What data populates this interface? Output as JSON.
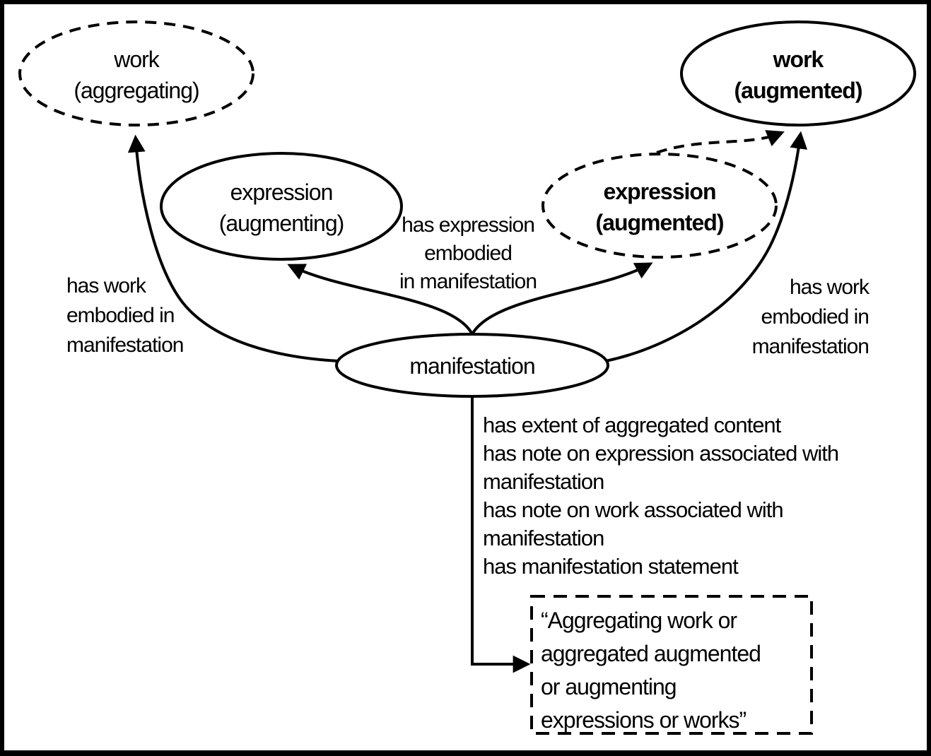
{
  "diagram": {
    "title_hint": "aggregates / augmentation relationships diagram",
    "colors": {
      "ink": "#000000",
      "background": "#ffffff"
    },
    "nodes": {
      "work_aggregating": {
        "label": "work\n(aggregating)",
        "outline": "dashed",
        "emphasis": "normal"
      },
      "work_augmented": {
        "label": "work\n(augmented)",
        "outline": "solid",
        "emphasis": "bold"
      },
      "expression_augmenting": {
        "label": "expression\n(augmenting)",
        "outline": "solid",
        "emphasis": "normal"
      },
      "expression_augmented": {
        "label": "expression\n(augmented)",
        "outline": "dashed",
        "emphasis": "bold"
      },
      "manifestation": {
        "label": "manifestation",
        "outline": "solid",
        "emphasis": "normal"
      }
    },
    "edge_labels": {
      "left": "has work\nembodied in\nmanifestation",
      "center": "has expression\nembodied\nin manifestation",
      "right": "has work\nembodied in\nmanifestation"
    },
    "manifestation_attributes": [
      "has extent of aggregated content",
      "has note on expression associated with manifestation",
      "has note on work associated with manifestation",
      "has manifestation statement"
    ],
    "note_text": "“Aggregating work or aggregated augmented or augmenting expressions or works”"
  }
}
